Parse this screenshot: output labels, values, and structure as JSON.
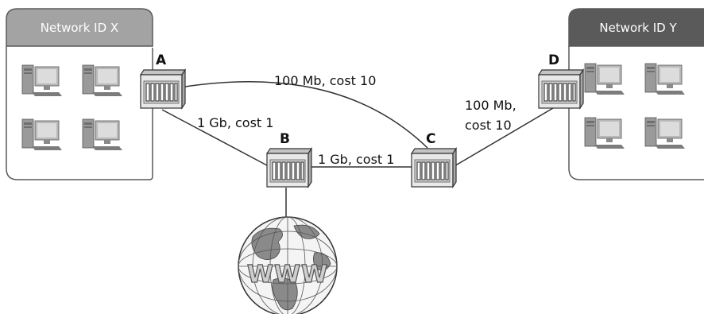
{
  "networks": [
    {
      "id": "x",
      "title": "Network ID X",
      "header_color": "#a3a3a3"
    },
    {
      "id": "y",
      "title": "Network ID Y",
      "header_color": "#5a5a5a"
    }
  ],
  "nodes": [
    {
      "id": "A",
      "label": "A"
    },
    {
      "id": "B",
      "label": "B"
    },
    {
      "id": "C",
      "label": "C"
    },
    {
      "id": "D",
      "label": "D"
    }
  ],
  "links": [
    {
      "id": "a-c",
      "from": "A",
      "to": "C",
      "label_lines": [
        "100 Mb, cost 10"
      ]
    },
    {
      "id": "a-b",
      "from": "A",
      "to": "B",
      "label_lines": [
        "1 Gb, cost 1"
      ]
    },
    {
      "id": "b-c",
      "from": "B",
      "to": "C",
      "label_lines": [
        "1 Gb, cost 1"
      ]
    },
    {
      "id": "c-d",
      "from": "C",
      "to": "D",
      "label_lines": [
        "100 Mb,",
        "cost 10"
      ]
    }
  ],
  "internet": {
    "label": "WWW",
    "connected_to": "B"
  },
  "colors": {
    "line": "#333333",
    "router_face": "#e6e6e6",
    "router_top": "#bdbdbd",
    "computer": "#8f8f8f"
  }
}
